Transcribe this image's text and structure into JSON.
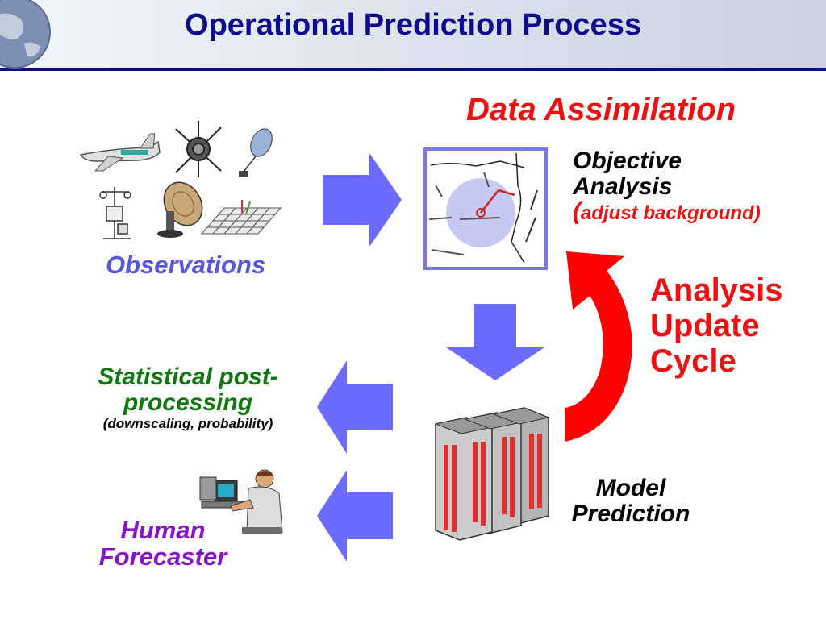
{
  "title": "Operational Prediction Process",
  "labels": {
    "data_assimilation": "Data Assimilation",
    "objective_analysis_line1": "Objective",
    "objective_analysis_line2": "Analysis",
    "adjust_paren_open": "(",
    "adjust_background": "adjust background)",
    "analysis_update_cycle_line1": "Analysis",
    "analysis_update_cycle_line2": "Update",
    "analysis_update_cycle_line3": "Cycle",
    "observations": "Observations",
    "statistical_line1": "Statistical post-",
    "statistical_line2": "processing",
    "statistical_sub": "(downscaling, probability)",
    "model_line1": "Model",
    "model_line2": "Prediction",
    "human_line1": "Human",
    "human_line2": "Forecaster"
  },
  "colors": {
    "title": "#0c0c8c",
    "data_assimilation": "#ee1111",
    "cycle": "#ee1111",
    "observations": "#5555dd",
    "statistical": "#117711",
    "human": "#8811cc",
    "dark_text": "#000000",
    "arrow_blue": "#6b6bff",
    "cycle_arrow": "#ff0000"
  },
  "icons": [
    "globe-icon",
    "airplane-icon",
    "satellite-icon",
    "weather-balloon-icon",
    "weather-station-icon",
    "radar-dish-icon",
    "surface-grid-icon",
    "analysis-map-icon",
    "supercomputer-icon",
    "forecaster-icon"
  ]
}
